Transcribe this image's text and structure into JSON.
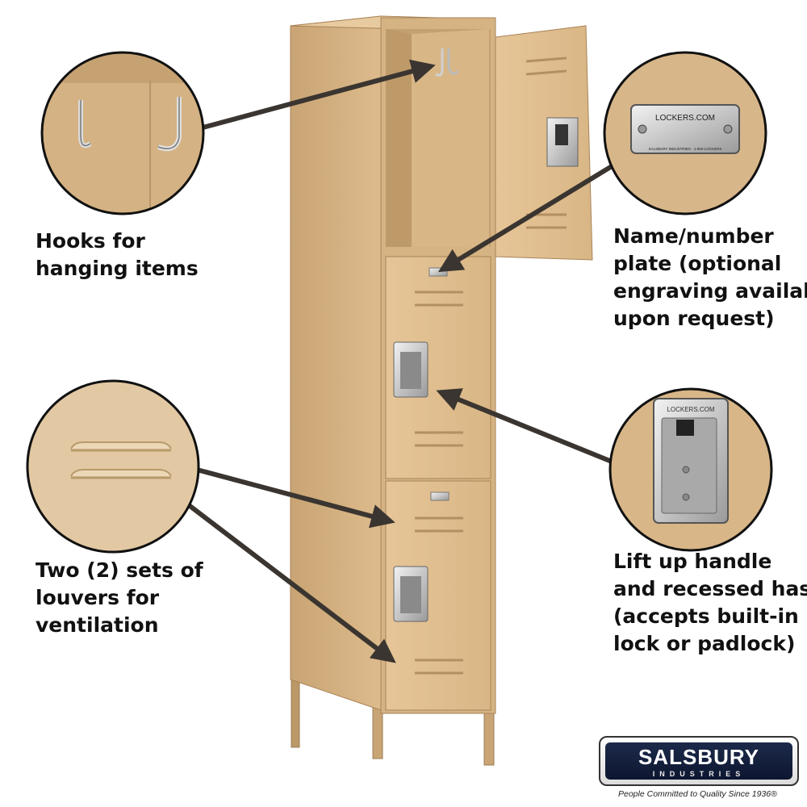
{
  "callouts": {
    "hooks": {
      "lines": [
        "Hooks for",
        "hanging items"
      ]
    },
    "plate": {
      "lines": [
        "Name/number",
        "plate (optional",
        "engraving available",
        "upon request)"
      ]
    },
    "louvers": {
      "lines": [
        "Two (2) sets of",
        "louvers for",
        "ventilation"
      ]
    },
    "handle": {
      "lines": [
        "Lift up handle",
        "and recessed hasp",
        "(accepts built-in",
        "lock or padlock)"
      ]
    }
  },
  "plate_detail": {
    "top_text": "LOCKERS.COM",
    "bottom_text": "SALSBURY INDUSTRIES · 1-800-LOCKERS"
  },
  "handle_detail": {
    "stamp": "LOCKERS.COM"
  },
  "brand": {
    "name": "SALSBURY",
    "sub": "INDUSTRIES",
    "tagline": "People Committed to Quality Since 1936®"
  },
  "colors": {
    "locker": "#dcb98a",
    "locker_shadow": "#b8956a",
    "metal": "#c8c8c8",
    "arrow": "#3a3530",
    "logo_bg": "#1c2a4a"
  }
}
